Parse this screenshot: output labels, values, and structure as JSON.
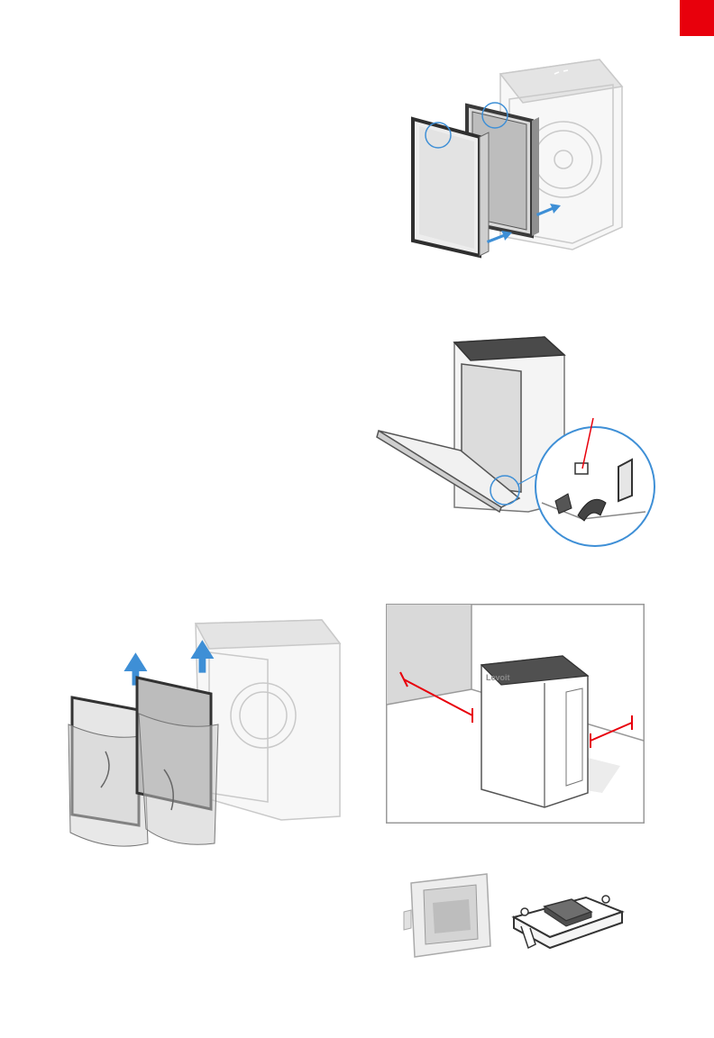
{
  "document": {
    "accent_color": "#e8000c",
    "callout_color": "#3e8fd6",
    "arrow_color": "#3e8fd6",
    "figures": {
      "install_filters": {
        "icon": "filter-insert-illustration"
      },
      "open_base_cover": {
        "icon": "base-cover-tab-illustration"
      },
      "remove_filter_packaging": {
        "icon": "filter-unpack-illustration"
      },
      "placement_clearance": {
        "brand_label": "Levoit"
      },
      "aroma_pad_parts": {
        "icon": "aroma-pad-illustration"
      }
    }
  }
}
